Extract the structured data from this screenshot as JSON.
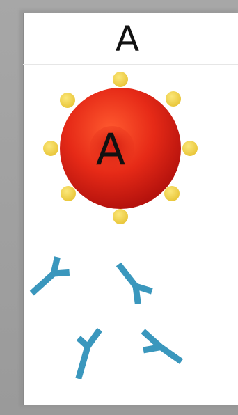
{
  "blood_type": {
    "label": "A",
    "antigen_label": "A"
  },
  "colors": {
    "cell_red": "#e0241a",
    "antigen_yellow": "#f2d54a",
    "antibody_blue": "#3a97bd",
    "frame_gray": "#a0a0a0"
  },
  "icons": [
    "red-blood-cell-icon",
    "antigen-icon",
    "antibody-icon"
  ],
  "antigen_count": 8,
  "antibody_count": 4
}
